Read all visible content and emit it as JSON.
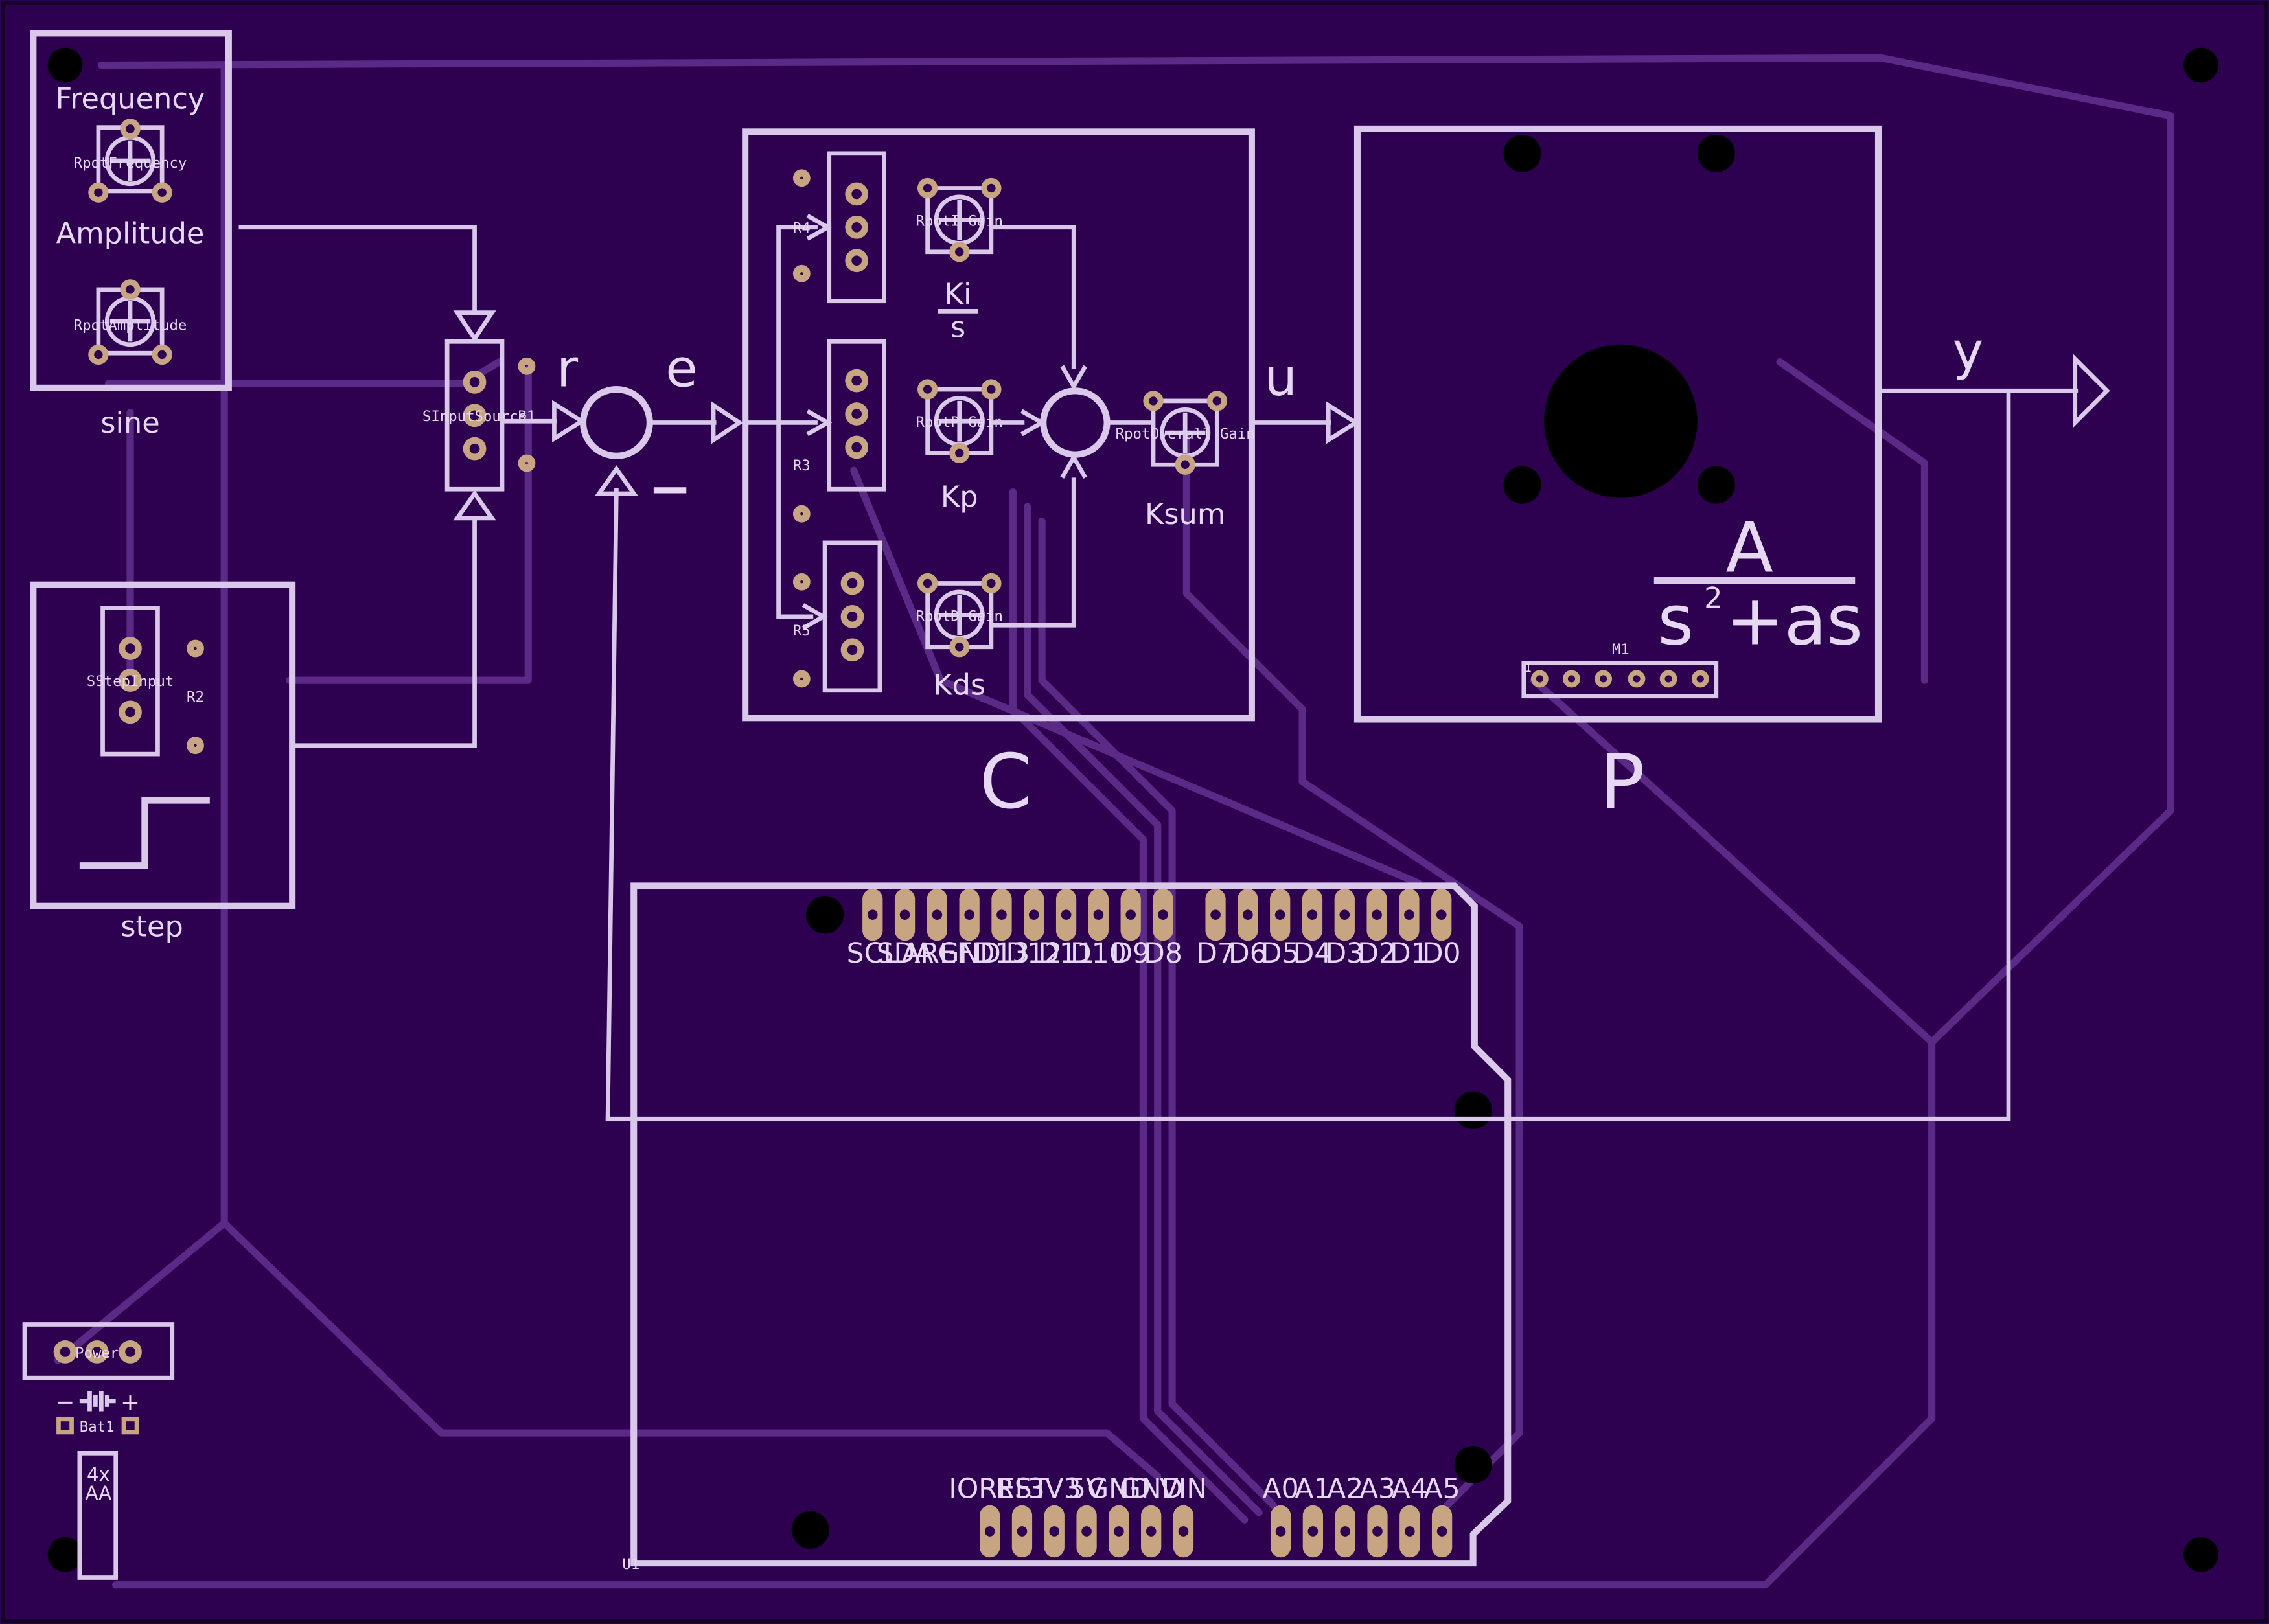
{
  "blocks": {
    "sine": {
      "title": "sine",
      "frequency": "Frequency",
      "amplitude": "Amplitude",
      "pot_frequency": "RpotFrequency",
      "pot_amplitude": "RpotAmplitude"
    },
    "step": {
      "title": "step",
      "switch": "SStepInput",
      "resistor": "R2"
    },
    "source_switch": {
      "name": "SInputSource",
      "resistor": "R1"
    },
    "controller": {
      "title": "C",
      "ki": "Ki",
      "ki_den": "s",
      "kp": "Kp",
      "kds": "Kds",
      "ksum": "Ksum",
      "pot_i": "RpotI Gain",
      "pot_p": "RpotP Gain",
      "pot_d": "RpotD Gain",
      "pot_overall": "RpotOverall Gain",
      "r4": "R4",
      "r3": "R3",
      "r5": "R5"
    },
    "plant": {
      "title": "P",
      "num": "A",
      "den_a": "s",
      "den_sup": "2",
      "den_b": "+as",
      "motor": "M1",
      "motor_pin": "1"
    },
    "power": {
      "switch": "Power",
      "battery": "Bat1",
      "minus": "−",
      "plus": "+",
      "cells_a": "4x",
      "cells_b": "AA"
    }
  },
  "signals": {
    "r": "r",
    "e": "e",
    "u": "u",
    "y": "y",
    "minus": "−"
  },
  "arduino": {
    "label": "U1",
    "top_left_pins": [
      "SCL",
      "SDA",
      "AREF",
      "GND",
      "D13",
      "D12",
      "D11",
      "D10",
      "D9",
      "D8"
    ],
    "top_right_pins": [
      "D7",
      "D6",
      "D5",
      "D4",
      "D3",
      "D2",
      "D1",
      "D0"
    ],
    "bottom_left_pins": [
      "IOREF",
      "RST",
      "3V3",
      "5V",
      "GND",
      "GND",
      "VIN"
    ],
    "bottom_right_pins": [
      "A0",
      "A1",
      "A2",
      "A3",
      "A4",
      "A5"
    ]
  },
  "colors": {
    "board": "#2d0050",
    "silkscreen": "#d9c8ea",
    "copper_pad": "#c7a582",
    "trace": "#5a2a86"
  }
}
